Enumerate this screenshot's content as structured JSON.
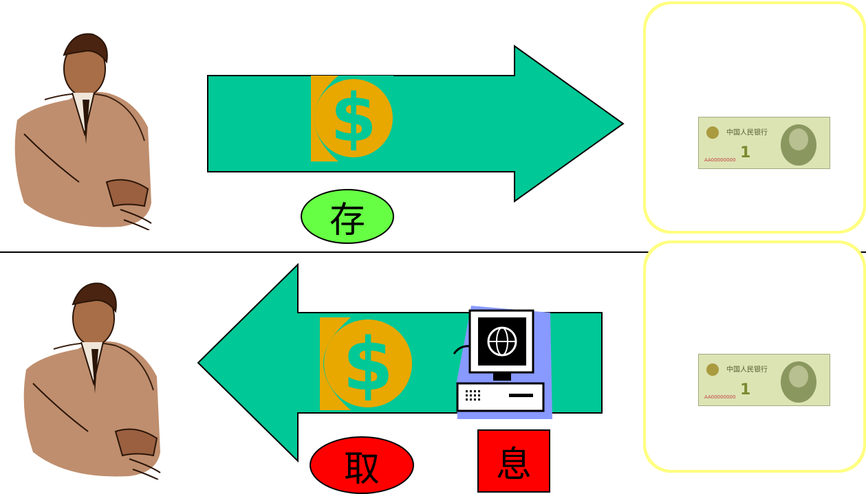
{
  "labels": {
    "deposit": "存",
    "withdraw": "取",
    "interest": "息"
  },
  "banknote": {
    "front_text": "中国人民银行",
    "denomination": "1",
    "serial": "AA00000000"
  },
  "colors": {
    "arrow": "#00c896",
    "coin": "#e8a800",
    "deposit_oval": "#66ff44",
    "withdraw_oval": "#ff0000",
    "interest_box": "#ff0000",
    "frame_border": "#ffff80",
    "computer_shadow": "#8899ff"
  }
}
